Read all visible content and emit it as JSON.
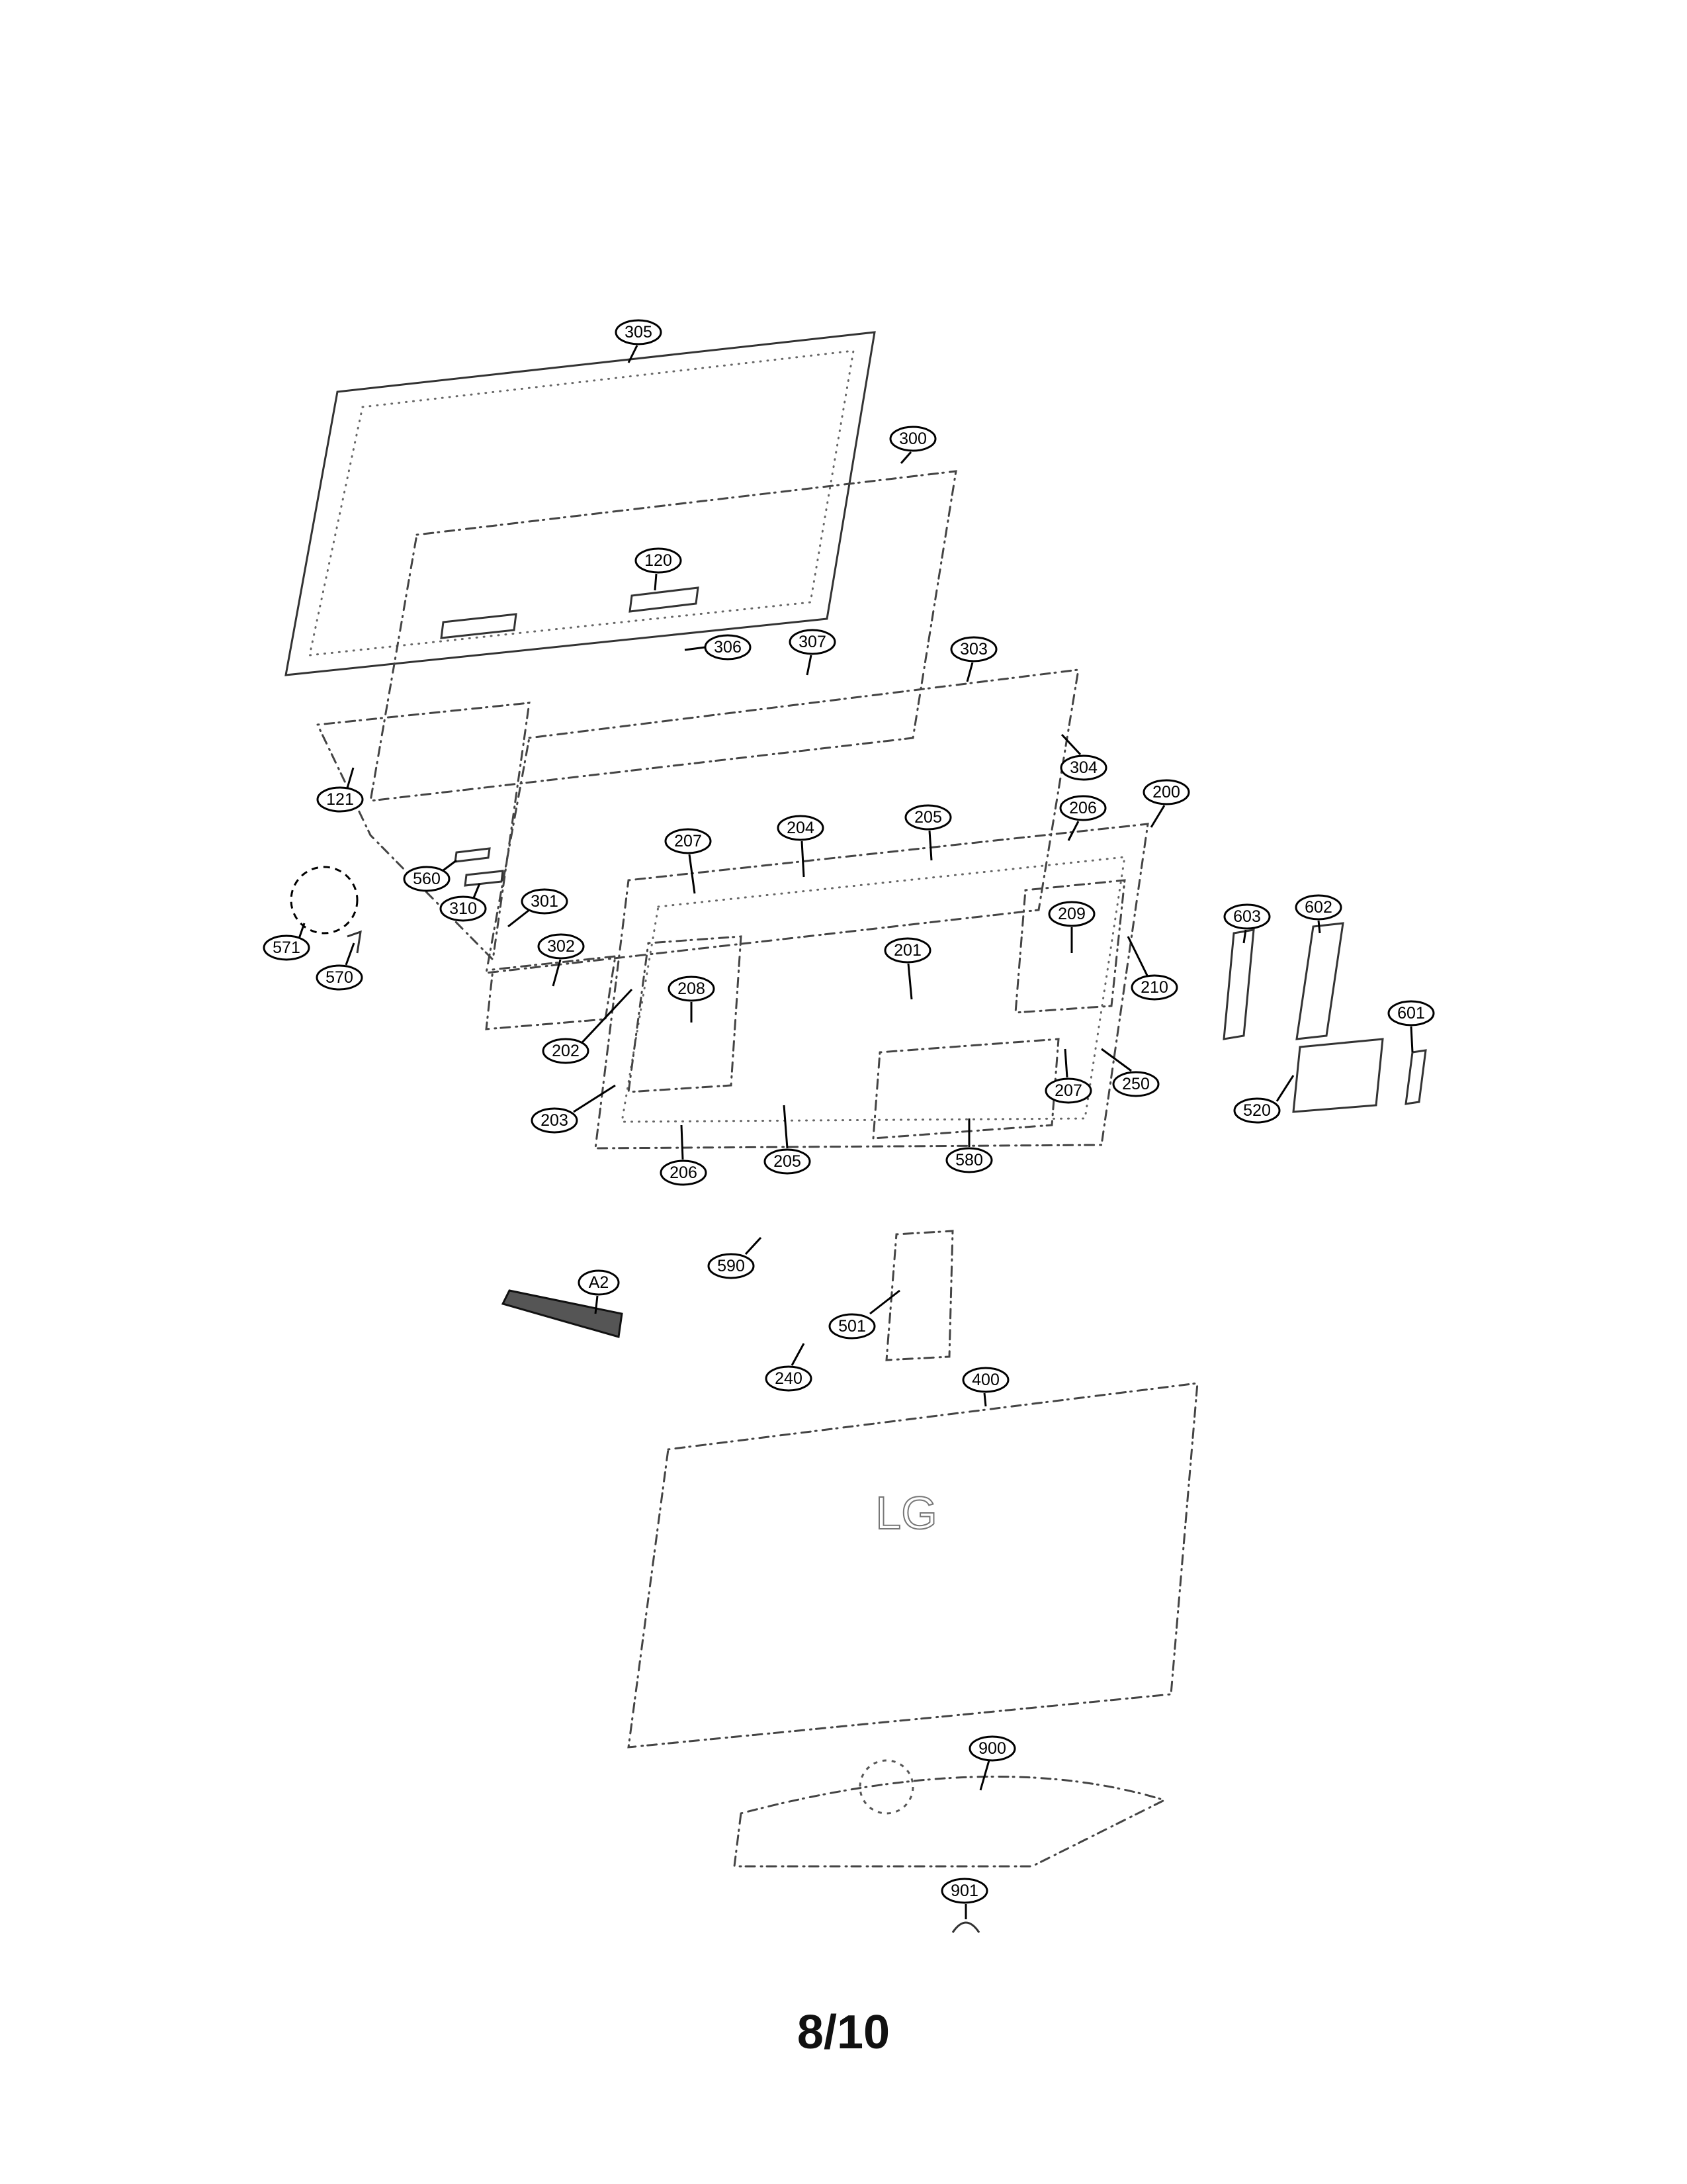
{
  "page": {
    "number": "8/10"
  },
  "callouts": {
    "c305": "305",
    "c300": "300",
    "c120": "120",
    "c306": "306",
    "c307": "307",
    "c303": "303",
    "c304": "304",
    "c121": "121",
    "c200": "200",
    "c206a": "206",
    "c205a": "205",
    "c204": "204",
    "c207a": "207",
    "c560": "560",
    "c310": "310",
    "c301": "301",
    "c571": "571",
    "c570": "570",
    "c302": "302",
    "c208": "208",
    "c201": "201",
    "c209": "209",
    "c210": "210",
    "c603": "603",
    "c602": "602",
    "c601": "601",
    "c202": "202",
    "c203": "203",
    "c250": "250",
    "c207b": "207",
    "c520": "520",
    "c206b": "206",
    "c205b": "205",
    "c580": "580",
    "c590": "590",
    "cA2": "A2",
    "c501": "501",
    "c240": "240",
    "c400": "400",
    "c900": "900",
    "c901": "901"
  },
  "artwork": {
    "back_cover_logo": "LG"
  },
  "colors": {
    "line": "#000000",
    "part_outline": "#444444",
    "background": "#ffffff"
  }
}
